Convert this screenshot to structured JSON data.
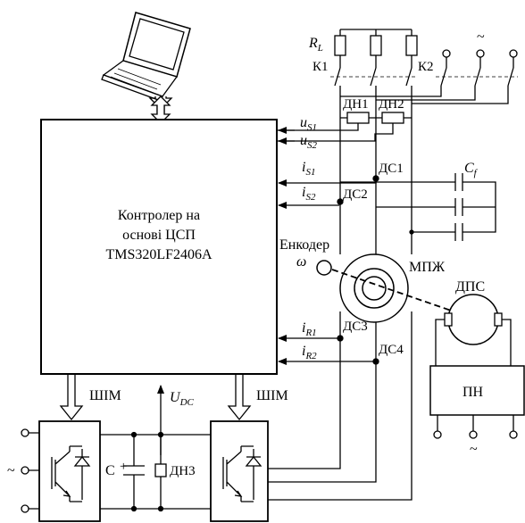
{
  "controller": {
    "line1": "Контролер на",
    "line2": "основі ЦСП",
    "line3": "TMS320LF2406A"
  },
  "signals": {
    "us1": {
      "main": "u",
      "sub": "S1"
    },
    "us2": {
      "main": "u",
      "sub": "S2"
    },
    "is1": {
      "main": "i",
      "sub": "S1"
    },
    "is2": {
      "main": "i",
      "sub": "S2"
    },
    "ir1": {
      "main": "i",
      "sub": "R1"
    },
    "ir2": {
      "main": "i",
      "sub": "R2"
    },
    "udc": {
      "main": "U",
      "sub": "DC"
    }
  },
  "labels": {
    "rl_main": "R",
    "rl_sub": "L",
    "k1": "К1",
    "k2": "К2",
    "dn1": "ДН1",
    "dn2": "ДН2",
    "dn3": "ДН3",
    "ds1": "ДС1",
    "ds2": "ДС2",
    "ds3": "ДС3",
    "ds4": "ДС4",
    "cf_main": "C",
    "cf_sub": "f",
    "encoder": "Енкодер",
    "omega": "ω",
    "mpzh": "МПЖ",
    "dps": "ДПС",
    "pn": "ПН",
    "pwm_left": "ШІМ",
    "pwm_right": "ШІМ",
    "cap": "C",
    "tilde": "~"
  },
  "icons": [
    "laptop-icon",
    "igbt-icon",
    "motor-icon"
  ]
}
